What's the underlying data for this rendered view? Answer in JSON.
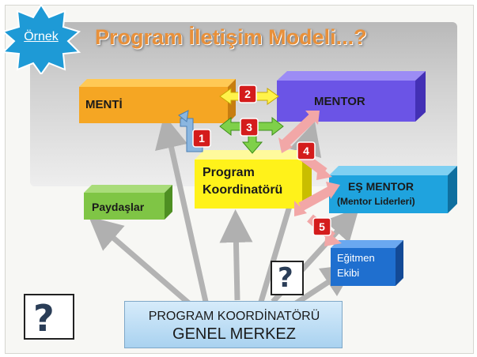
{
  "badge": {
    "label": "Örnek",
    "color": "#1e9ad6"
  },
  "title": "Program İletişim Modeli...?",
  "boxes": {
    "menti": {
      "label": "MENTİ",
      "color": "#f5a623"
    },
    "mentor": {
      "label": "MENTOR",
      "color": "#6b54e6"
    },
    "koordinator": {
      "line1": "Program",
      "line2": "Koordinatörü",
      "color": "#fff21a"
    },
    "paydaslar": {
      "label": "Paydaşlar",
      "color": "#7fc545"
    },
    "es_mentor": {
      "line1": "EŞ MENTOR",
      "line2": "(Mentor Liderleri)",
      "color": "#1fa3de"
    },
    "egitmen": {
      "line1": "Eğitmen",
      "line2": "Ekibi",
      "color": "#1f6fcf"
    },
    "genel_merkez": {
      "line1": "PROGRAM KOORDİNATÖRÜ",
      "line2": "GENEL MERKEZ"
    }
  },
  "numbers": [
    "1",
    "2",
    "3",
    "4",
    "5"
  ],
  "icons": {
    "question": "question-mark-figure-icon"
  }
}
